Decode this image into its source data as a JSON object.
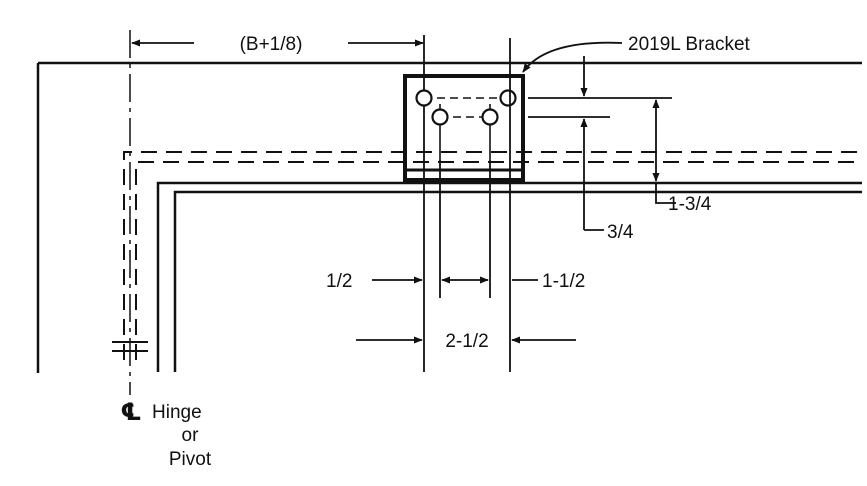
{
  "diagram": {
    "labels": {
      "top_dimension": "(B+1/8)",
      "bracket": "2019L Bracket",
      "dim_1_3_4": "1-3/4",
      "dim_3_4": "3/4",
      "dim_1_2": "1/2",
      "dim_1_1_2": "1-1/2",
      "dim_2_1_2": "2-1/2",
      "centerline_symbol": "℄",
      "hinge_line1": "Hinge",
      "hinge_line2": "or",
      "hinge_line3": "Pivot"
    },
    "colors": {
      "ink": "#111111",
      "background": "#ffffff"
    }
  }
}
